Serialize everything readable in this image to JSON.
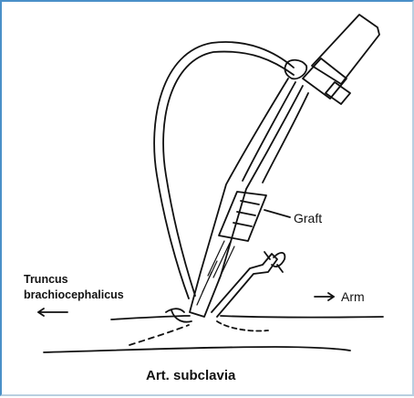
{
  "diagram": {
    "labels": {
      "graft": "Graft",
      "truncus_line1": "Truncus",
      "truncus_line2": "brachiocephalicus",
      "arm": "Arm",
      "art_subclavia": "Art. subclavia"
    },
    "arrows": {
      "left_arrow": "←",
      "right_arrow": "→"
    },
    "colors": {
      "frame_accent": "#4a90c8",
      "ink": "#111111"
    }
  }
}
